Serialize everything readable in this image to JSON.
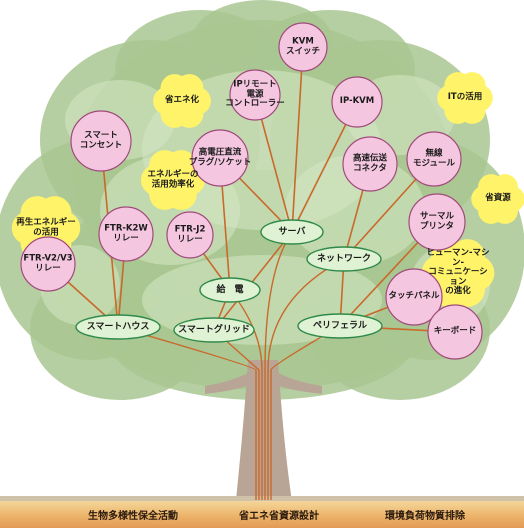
{
  "colors": {
    "foliage_dark": "#a9c792",
    "foliage_light": "#d6e8c4",
    "branch": "#c9692a",
    "pink_fill": "#f4c6e0",
    "pink_stroke": "#a04a7a",
    "yellow_fill": "#fff36a",
    "green_fill": "#dff2d3",
    "green_stroke": "#2f8a4a",
    "trunk": "#b8a596"
  },
  "circles": [
    {
      "id": "kvm",
      "label": "KVM\nスイッチ"
    },
    {
      "id": "ip-remote",
      "label": "IPリモート\n電源\nコントローラー"
    },
    {
      "id": "ip-kvm",
      "label": "IP-KVM"
    },
    {
      "id": "hv-plug",
      "label": "高電圧直流\nプラグ/ソケット"
    },
    {
      "id": "smart-outlet",
      "label": "スマート\nコンセント"
    },
    {
      "id": "hs-connector",
      "label": "高速伝送\nコネクタ"
    },
    {
      "id": "wireless",
      "label": "無線\nモジュール"
    },
    {
      "id": "thermal-printer",
      "label": "サーマル\nプリンタ"
    },
    {
      "id": "ftr-k2w",
      "label": "FTR-K2W\nリレー"
    },
    {
      "id": "ftr-j2",
      "label": "FTR-J2\nリレー"
    },
    {
      "id": "ftr-v2v3",
      "label": "FTR-V2/V3\nリレー"
    },
    {
      "id": "touch-panel",
      "label": "タッチパネル"
    },
    {
      "id": "keyboard",
      "label": "キーボード"
    }
  ],
  "flowers": [
    {
      "id": "energy-saving",
      "label": "省エネ化"
    },
    {
      "id": "it-use",
      "label": "ITの活用"
    },
    {
      "id": "energy-efficiency",
      "label": "エネルギーの\n活用効率化"
    },
    {
      "id": "resource-saving",
      "label": "省資源"
    },
    {
      "id": "renewable",
      "label": "再生エネルギー\nの活用"
    },
    {
      "id": "hmc",
      "label": "ヒューマン-マシン-\nコミュニケーション\nの進化"
    }
  ],
  "categories": [
    {
      "id": "server",
      "label": "サーバ"
    },
    {
      "id": "network",
      "label": "ネットワーク"
    },
    {
      "id": "power-supply",
      "label": "給　電"
    },
    {
      "id": "smart-house",
      "label": "スマートハウス"
    },
    {
      "id": "smart-grid",
      "label": "スマートグリッド"
    },
    {
      "id": "peripheral",
      "label": "ペリフェラル"
    }
  ],
  "ground_labels": [
    "生物多様性保全活動",
    "省エネ省資源設計",
    "環境負荷物質排除"
  ]
}
